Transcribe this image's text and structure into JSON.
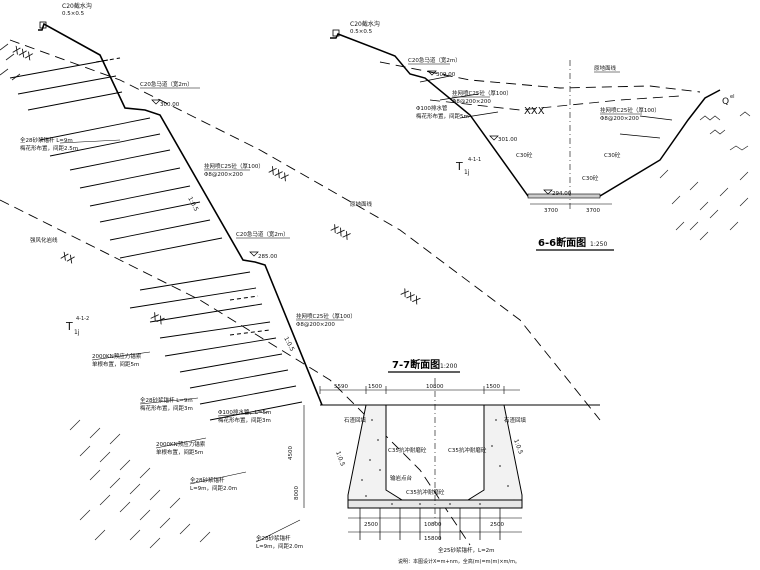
{
  "section_66": {
    "title": "6-6断面图",
    "scale": "1:250",
    "top_ditch": "C20截水沟",
    "top_ditch_size": "0.5×0.5",
    "platform_ditch": "C20急马道（宽2m）",
    "platform_elev": "309.00",
    "net_left": "挂网喷C25砼（厚100）",
    "net_left_mesh": "Φ8@200×200",
    "drain_pipe": "Φ100排水管",
    "drain_pipe_note": "梅花形布置，间距5m",
    "elev_mid": "301.00",
    "c30_left": "C30砼",
    "c30_right": "C30砼",
    "c30_bottom": "C30砼",
    "bottom_elev": "294.00",
    "net_right": "挂网喷C25砼（厚100）",
    "net_right_mesh": "Φ8@200×200",
    "orig_ground": "原地面线",
    "stratum_label": "T",
    "stratum_sub": "1j",
    "stratum_sup": "4-1-1",
    "q_label": "Q",
    "q_sup": "el",
    "dim_left": "3700",
    "dim_right": "3700",
    "xxx": "XXX"
  },
  "section_main": {
    "top_ditch": "C20截水沟",
    "top_ditch_size": "0.5×0.5",
    "platform1": "C20急马道（宽2m）",
    "elev1": "300.00",
    "anchor1": "全28砂浆锚杆 L=9m",
    "anchor1_note": "梅花形布置，间距2.5m",
    "net1": "挂网喷C25砼（厚100）",
    "net1_mesh": "Φ8@200×200",
    "slope1": "1:0.5",
    "platform2": "C20急马道（宽2m）",
    "elev2": "285.00",
    "orig_ground": "原地面线",
    "rock_line": "强风化岩线",
    "net2": "挂网喷C25砼（厚100）",
    "net2_mesh": "Φ8@200×200",
    "slope2": "1:0.5",
    "stratum_label": "T",
    "stratum_sub": "1j",
    "stratum_sup": "4-1-2",
    "prestress1": "2000KN预应力锚索",
    "prestress1_note": "单根布置，间距5m",
    "anchor2": "全28砂浆锚杆 L=9m",
    "anchor2_note": "梅花形布置，间距3m",
    "drain_pipe": "Φ100排水管，L=5m",
    "drain_pipe_note": "梅花形布置，间距3m",
    "prestress2": "2000KN预应力锚索",
    "prestress2_note": "单根布置，间距5m",
    "anchor3": "全28砂浆锚杆",
    "anchor3_len": "L=9m，间距2.0m",
    "anchor4": "全28砂浆锚杆",
    "anchor4_len": "L=9m，间距2.0m",
    "xxx": "XXX",
    "xx": "XX"
  },
  "section_77": {
    "title": "7-7断面图",
    "scale": "1:200",
    "dim_top": [
      "5590",
      "1500",
      "10800",
      "1500"
    ],
    "dim_bottom_1": [
      "2500",
      "10800",
      "2500"
    ],
    "dim_bottom_2": "15800",
    "stone_left": "石渣回填",
    "stone_right": "石渣回填",
    "wall_left": "C35抗冲耐磨砼",
    "wall_right": "C35抗冲耐磨砼",
    "floor": "C35抗冲耐磨砼",
    "bottom_rock": "输岩点台",
    "slope_left": "1:0.5",
    "slope_right": "1:0.5",
    "anchor_bottom": "全25砂浆锚杆，L=2m",
    "note": "说明：本图设计X=m+nm，全高(m)=m(m)×m/m。",
    "height_dim": "4500",
    "height_dim2": "8000"
  }
}
